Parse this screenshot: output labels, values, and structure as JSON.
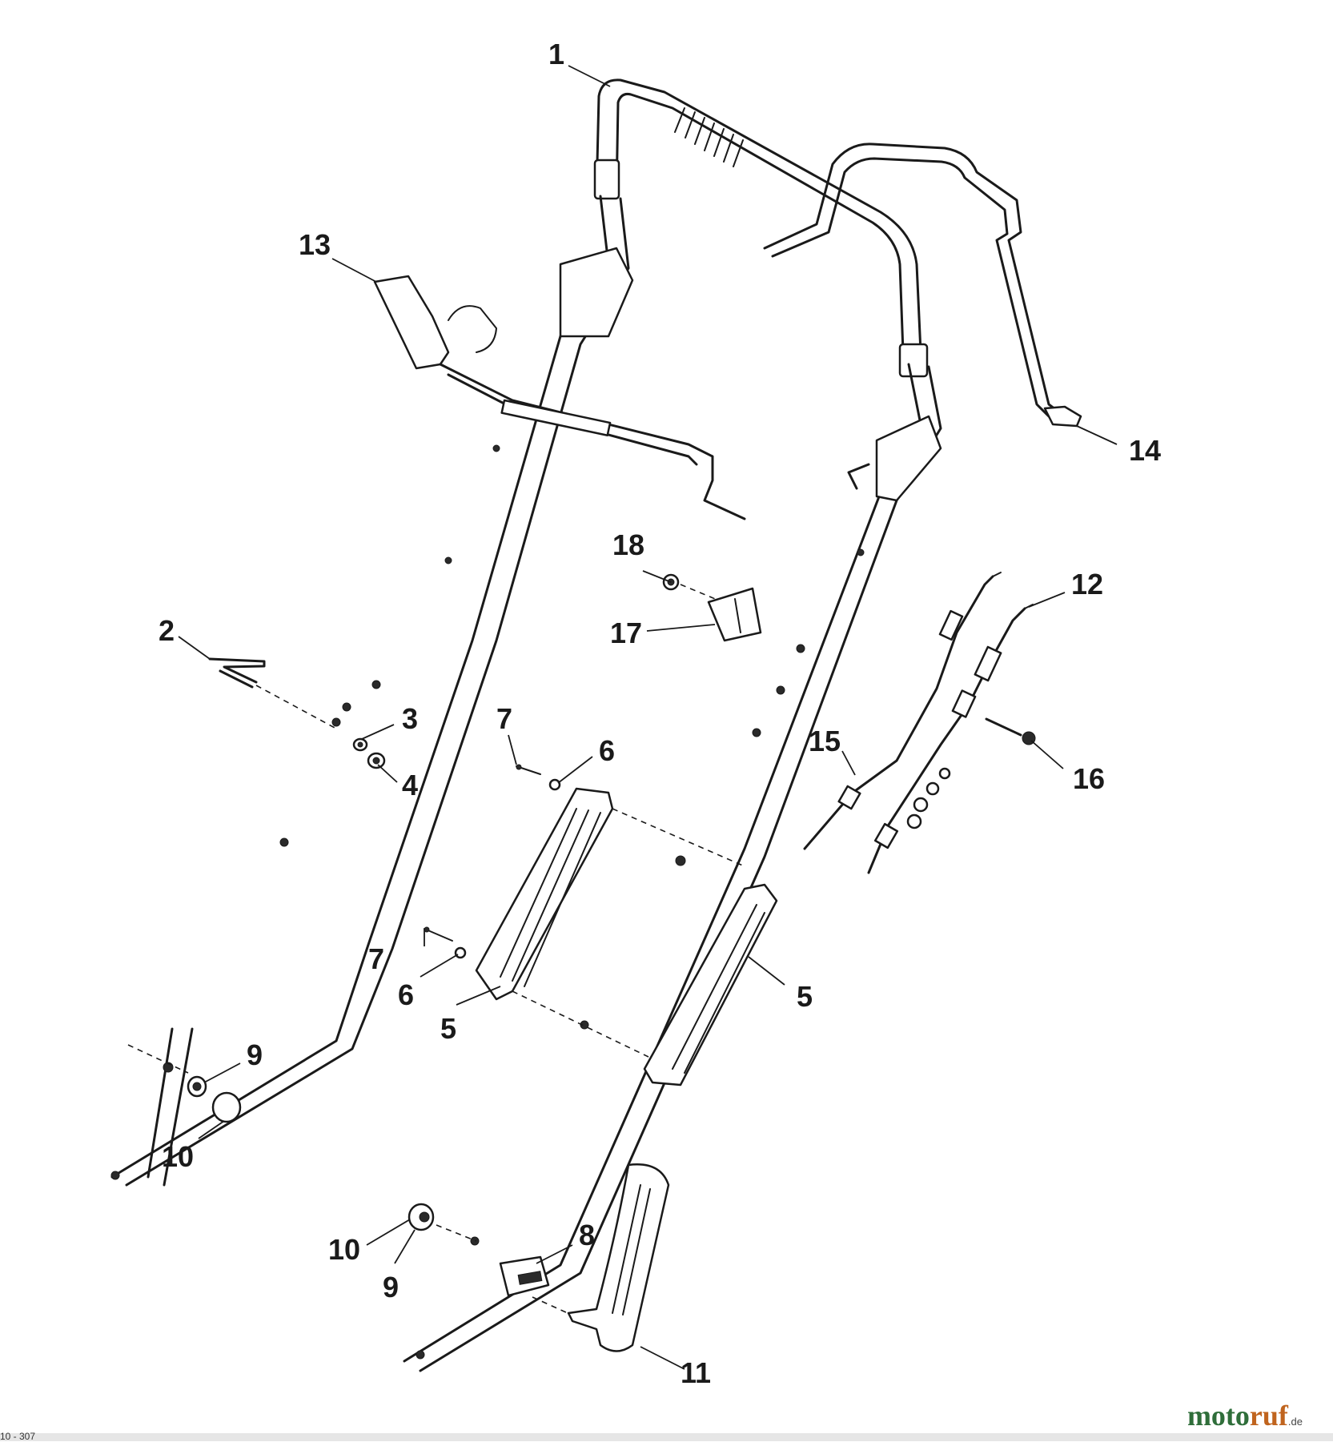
{
  "diagram": {
    "callouts": {
      "p1": "1",
      "p2": "2",
      "p3": "3",
      "p4": "4",
      "p5a": "5",
      "p5b": "5",
      "p6a": "6",
      "p6b": "6",
      "p7a": "7",
      "p7b": "7",
      "p8": "8",
      "p9a": "9",
      "p9b": "9",
      "p10a": "10",
      "p10b": "10",
      "p11": "11",
      "p12": "12",
      "p13": "13",
      "p14": "14",
      "p15": "15",
      "p16": "16",
      "p17": "17",
      "p18": "18"
    }
  },
  "watermark": {
    "brand_a": "moto",
    "brand_b": "ruf",
    "tld": ".de"
  },
  "footer": {
    "ref": "10 - 307"
  }
}
